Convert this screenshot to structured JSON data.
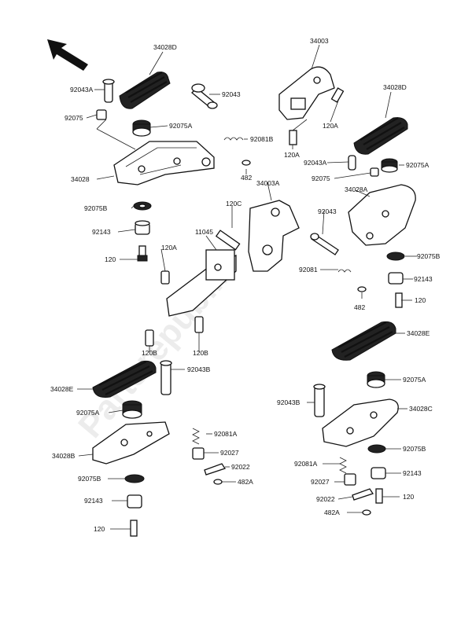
{
  "watermark": "Partsrepublik",
  "labels": {
    "l34028D_top": "34028D",
    "l92043A_top": "92043A",
    "l92043_top": "92043",
    "l92075_top": "92075",
    "l92075A_top": "92075A",
    "l92081B": "92081B",
    "l482_top": "482",
    "l34028": "34028",
    "l92075B_top": "92075B",
    "l92143_top": "92143",
    "l120_top": "120",
    "l34003": "34003",
    "l120A_r": "120A",
    "l120A_r2": "120A",
    "l34028D_r": "34028D",
    "l92043A_r": "92043A",
    "l92075A_r": "92075A",
    "l92075_r": "92075",
    "l34003A": "34003A",
    "l120C": "120C",
    "l11045": "11045",
    "l120A_mid": "120A",
    "l34028A": "34028A",
    "l92043_r": "92043",
    "l92075B_r": "92075B",
    "l92081": "92081",
    "l92143_r": "92143",
    "l120_r": "120",
    "l482_r": "482",
    "l120B_l": "120B",
    "l120B_r": "120B",
    "l34028E_r": "34028E",
    "l92043B_l": "92043B",
    "l34028E_l": "34028E",
    "l92075A_l": "92075A",
    "l92081A_l": "92081A",
    "l92027_l": "92027",
    "l92022_l": "92022",
    "l482A_l": "482A",
    "l34028B": "34028B",
    "l92075B_l": "92075B",
    "l92143_l": "92143",
    "l120_l": "120",
    "l92075A_br": "92075A",
    "l92043B_r": "92043B",
    "l34028C": "34028C",
    "l92075B_br": "92075B",
    "l92081A_r": "92081A",
    "l92143_br": "92143",
    "l92027_r": "92027",
    "l92022_r": "92022",
    "l120_br": "120",
    "l482A_r": "482A"
  }
}
